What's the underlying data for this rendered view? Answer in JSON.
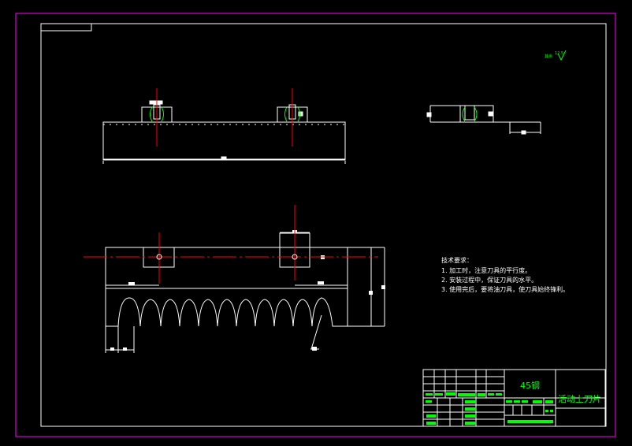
{
  "drawing": {
    "tech_requirements": {
      "title": "技术要求：",
      "items": [
        "1. 加工时，注意刀具的平行度。",
        "2. 安装过程中，保证刀具的水平。",
        "3. 使用完后，要将油刀具，使刀具始终锋利。"
      ]
    },
    "surface_note": "其余",
    "surface_value": "12.5",
    "title_block": {
      "material": "45钢",
      "part_name": "活动上刀片"
    }
  },
  "colors": {
    "background": "#000000",
    "outline": "#ffffff",
    "frame": "#ff00ff",
    "centerline": "#ff0000",
    "hatch": "#00ff00",
    "table_text": "#00ff00"
  }
}
